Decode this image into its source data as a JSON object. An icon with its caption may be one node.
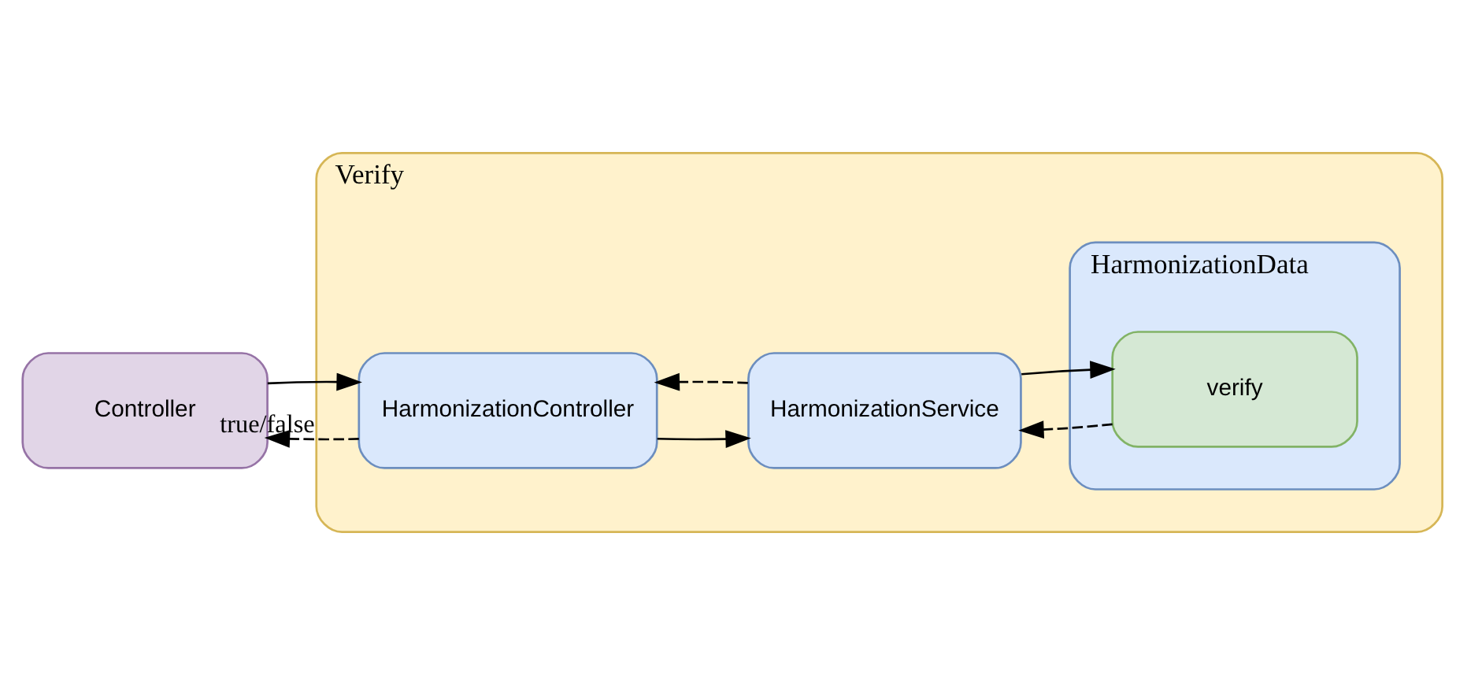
{
  "diagram": {
    "nodes": [
      {
        "text": [
          "Controller"
        ]
      },
      {
        "text": [
          "Verify"
        ]
      },
      {
        "text": [
          "HarmonizationController"
        ],
        "in": 1
      },
      {
        "text": [
          "HarmonizationService"
        ],
        "in": 1
      },
      {
        "text": [
          "HarmonizationData"
        ],
        "in": 1
      },
      {
        "text": [
          "verify"
        ],
        "in": 4
      }
    ],
    "edges": [
      {
        "from": 0,
        "to": 2,
        "arrow": "to"
      },
      {
        "from": 2,
        "to": 0,
        "arrow": "to",
        "style": "dashed",
        "label": "true/false"
      },
      {
        "from": 2,
        "to": 3,
        "arrow": "to"
      },
      {
        "from": 3,
        "to": 2,
        "arrow": "to",
        "style": "dashed"
      },
      {
        "from": 3,
        "to": 5,
        "arrow": "to"
      },
      {
        "from": 5,
        "to": 3,
        "arrow": "to",
        "style": "dashed"
      }
    ]
  }
}
